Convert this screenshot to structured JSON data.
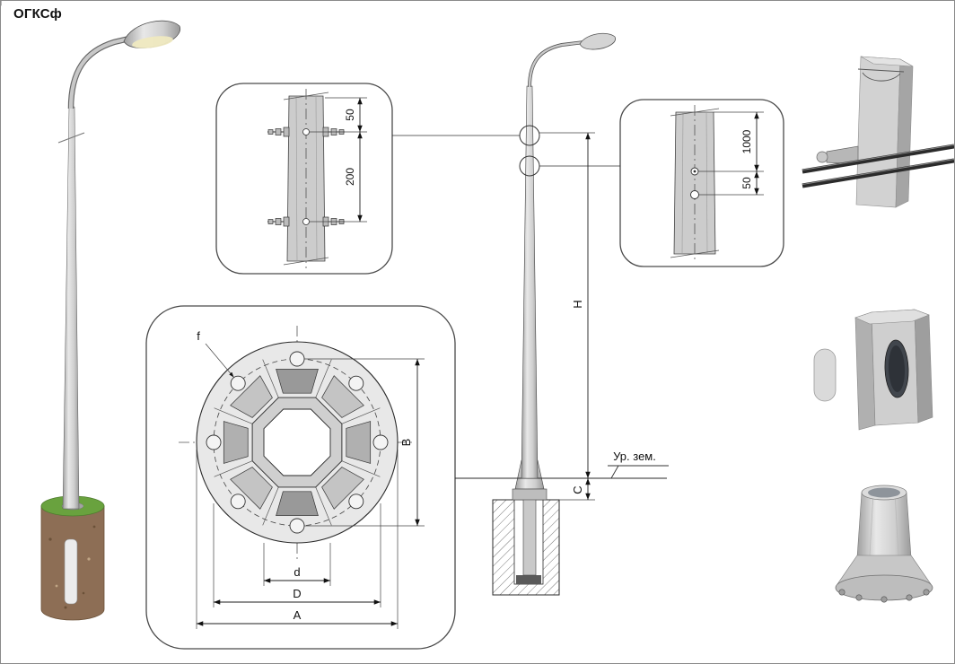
{
  "title": "ОГКСф",
  "colors": {
    "line": "#2a2a2a",
    "metal_light": "#e8e8e8",
    "metal_dark": "#9f9f9f",
    "soil_brown": "#8d6e55",
    "grass_green": "#69a23e",
    "lamp_glow": "#efe9c0"
  },
  "details": {
    "bracket_mount": {
      "dim_offset_top": "50",
      "dim_bolt_spacing": "200"
    },
    "cable_hole": {
      "dim_height": "1000",
      "dim_hole_offset": "50"
    }
  },
  "flange_plan": {
    "dim_hole_label": "f",
    "dim_B": "B",
    "dim_d": "d",
    "dim_D": "D",
    "dim_A": "A"
  },
  "elevation": {
    "dim_H": "H",
    "dim_C": "C",
    "ground_label": "Ур. зем."
  }
}
